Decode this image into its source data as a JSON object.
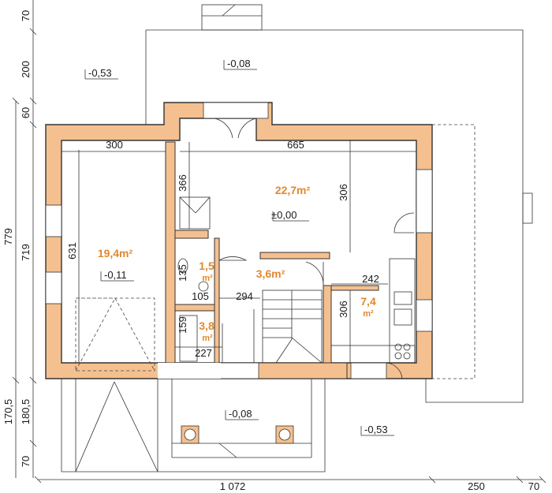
{
  "dimensions": {
    "overall_width": "1 072",
    "right_250": "250",
    "right_70": "70",
    "left_779": "779",
    "left_719": "719",
    "left_70_top": "70",
    "left_200": "200",
    "left_60": "60",
    "left_170_5": "170,5",
    "left_180_5": "180,5",
    "left_70_bottom": "70",
    "garage_300": "300",
    "living_665": "665",
    "garage_631": "631",
    "hall_366": "366",
    "living_306": "306",
    "kitchen_306": "306",
    "wc_135": "135",
    "wc_105": "105",
    "bath_159": "159",
    "bath_227": "227",
    "hall_294": "294",
    "kitchen_242": "242"
  },
  "rooms": {
    "living_area": "22,7m²",
    "garage_area": "19,4m²",
    "wc_area_num": "1,5",
    "wc_area_unit": "m²",
    "hall_area": "3,6m²",
    "bath_area_num": "3,8",
    "bath_area_unit": "m²",
    "kitchen_area_num": "7,4",
    "kitchen_area_unit": "m²"
  },
  "levels": {
    "top_left": "-0,53",
    "top_center": "-0,08",
    "living": "±0,00",
    "garage": "-0,11",
    "terrace": "-0,08",
    "bottom_right": "-0,53"
  },
  "colors": {
    "wall_fill": "#f5c08f",
    "area_text": "#e2882e",
    "line": "#333333"
  }
}
